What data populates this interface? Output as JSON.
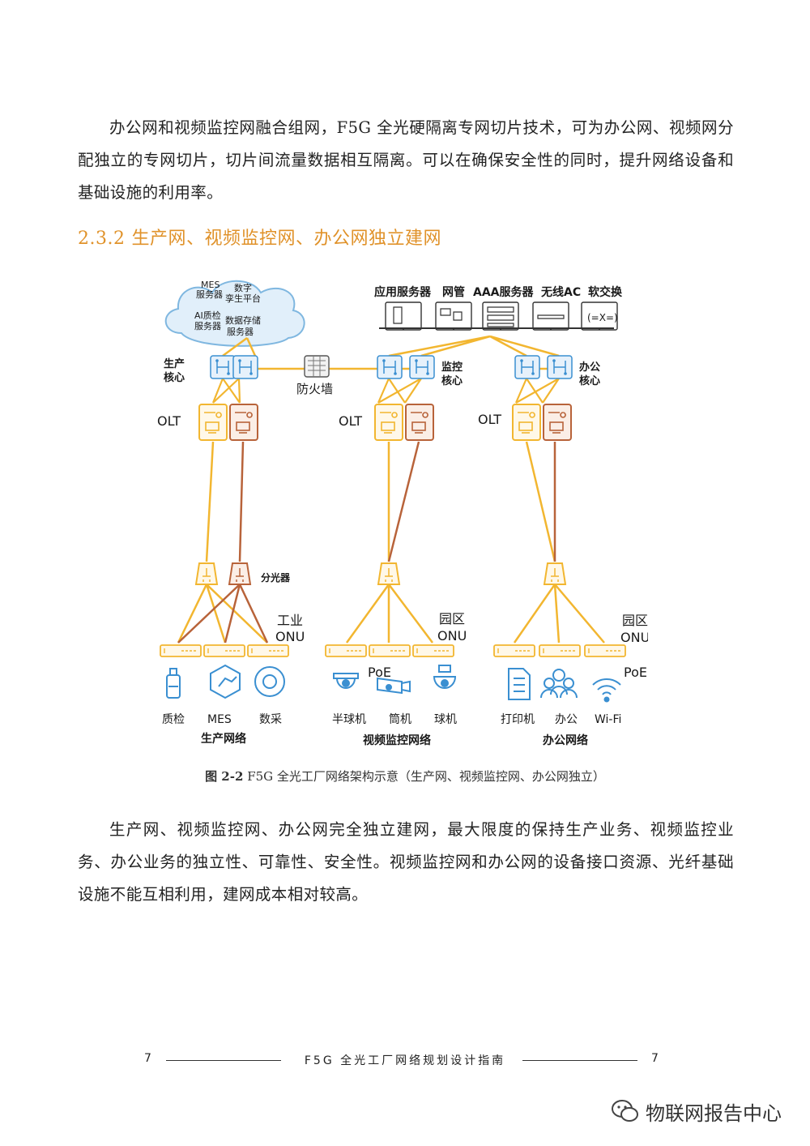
{
  "paragraphs": {
    "p1": "办公网和视频监控网融合组网，F5G 全光硬隔离专网切片技术，可为办公网、视频网分配独立的专网切片，切片间流量数据相互隔离。可以在确保安全性的同时，提升网络设备和基础设施的利用率。",
    "p2": "生产网、视频监控网、办公网完全独立建网，最大限度的保持生产业务、视频监控业务、办公业务的独立性、可靠性、安全性。视频监控网和办公网的设备接口资源、光纤基础设施不能互相利用，建网成本相对较高。"
  },
  "section": {
    "number": "2.3.2",
    "title": "生产网、视频监控网、办公网独立建网"
  },
  "diagram": {
    "cloud": {
      "mes": "MES",
      "mes2": "服务器",
      "twin": "数字",
      "twin2": "孪生平台",
      "ai": "AI质检",
      "ai2": "服务器",
      "storage": "数据存储",
      "storage2": "服务器"
    },
    "servers": {
      "app": "应用服务器",
      "nm": "网管",
      "aaa": "AAA服务器",
      "ac": "无线AC",
      "softswitch": "软交换"
    },
    "core": {
      "prod": "生产",
      "prod2": "核心",
      "mon": "监控",
      "mon2": "核心",
      "office": "办公",
      "office2": "核心"
    },
    "firewall": "防火墙",
    "olt": "OLT",
    "splitter": "分光器",
    "onu": {
      "industrial": "工业",
      "park": "园区",
      "onu": "ONU"
    },
    "poe": "PoE",
    "devices": {
      "quality": "质检",
      "mes": "MES",
      "collect": "数采",
      "dome": "半球机",
      "bullet": "筒机",
      "ball": "球机",
      "printer": "打印机",
      "office": "办公",
      "wifi": "Wi-Fi"
    },
    "networks": {
      "prod": "生产网络",
      "video": "视频监控网络",
      "office": "办公网络"
    },
    "colors": {
      "orange": "#f2b630",
      "brown": "#b8633a",
      "blue": "#3a8fd1",
      "light_blue": "#d8eaf8"
    }
  },
  "caption": {
    "label": "图 2-2",
    "text": "F5G 全光工厂网络架构示意（生产网、视频监控网、办公网独立）"
  },
  "footer": {
    "page_left": "7",
    "page_right": "7",
    "title": "F5G 全光工厂网络规划设计指南"
  },
  "watermark": {
    "text": "物联网报告中心",
    "icon": "wechat-icon"
  }
}
